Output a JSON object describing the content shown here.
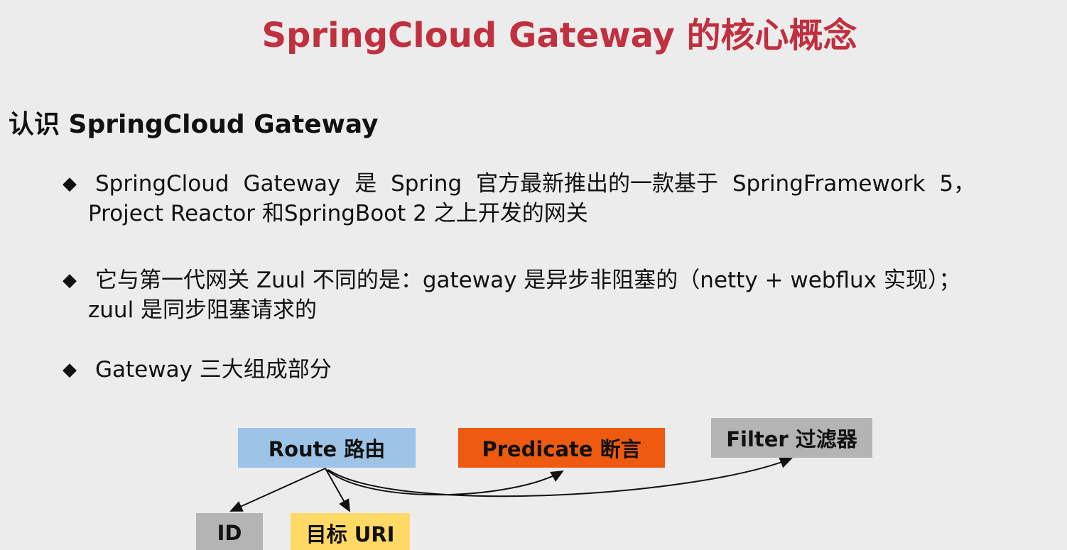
{
  "slide": {
    "title": "SpringCloud Gateway 的核心概念",
    "section_heading": "认识 SpringCloud Gateway",
    "bullet_marker": "◆",
    "bullets": [
      {
        "line1": "SpringCloud Gateway 是 Spring 官方最新推出的一款基于 SpringFramework 5，",
        "line2": "Project Reactor 和SpringBoot 2 之上开发的网关"
      },
      {
        "line1": "它与第一代网关 Zuul 不同的是：gateway 是异步非阻塞的（netty + webflux 实现）；",
        "line2": "zuul 是同步阻塞请求的"
      },
      {
        "line1": "Gateway 三大组成部分"
      }
    ]
  },
  "diagram": {
    "route": "Route 路由",
    "predicate": "Predicate 断言",
    "filter": "Filter 过滤器",
    "id": "ID",
    "target_uri": "目标 URI"
  },
  "colors": {
    "title": "#c0303f",
    "route_box": "#9dc3e6",
    "predicate_box": "#ed5a10",
    "filter_box": "#b4b4b4",
    "id_box": "#b4b4b4",
    "uri_box": "#ffd966",
    "background": "#ececec"
  }
}
